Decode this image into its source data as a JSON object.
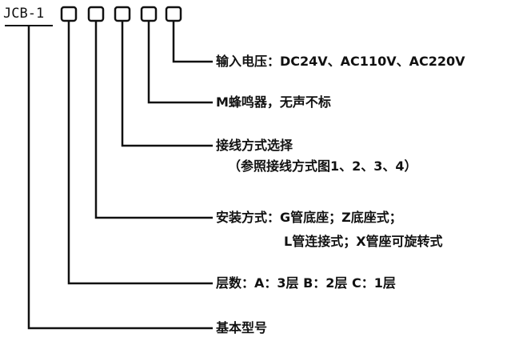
{
  "model_code": "JCB-1",
  "colors": {
    "ink": "#111111",
    "background": "#ffffff"
  },
  "labels": {
    "voltage": "输入电压：DC24V、AC110V、AC220V",
    "buzzer": "M蜂鸣器，无声不标",
    "wiring": "接线方式选择",
    "wiring_note": "（参照接线方式图1、2、3、4）",
    "mount": "安装方式：G管底座；Z底座式；",
    "mount_cont": "L管连接式；X管座可旋转式",
    "layers": "层数：A：3层 B：2层 C：1层",
    "base_model": "基本型号"
  }
}
